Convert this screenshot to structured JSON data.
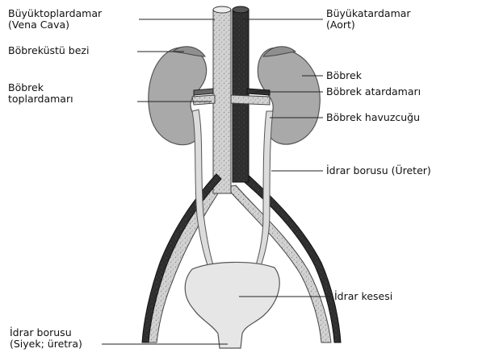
{
  "labels": {
    "vena_cava": {
      "line1": "Büyüktoplardamar",
      "line2": "(Vena Cava)"
    },
    "adrenal": "Böbreküstü bezi",
    "renal_vein": {
      "line1": "Böbrek",
      "line2": "toplardamarı"
    },
    "urethra": {
      "line1": "İdrar borusu",
      "line2": "(Siyek; üretra)"
    },
    "aorta": {
      "line1": "Büyükatardamar",
      "line2": "(Aort)"
    },
    "kidney": "Böbrek",
    "renal_artery": "Böbrek atardamarı",
    "renal_pelvis": "Böbrek havuzcuğu",
    "ureter": "İdrar borusu (Üreter)",
    "bladder": "İdrar kesesi"
  },
  "colors": {
    "kidney_fill": "#a9a9a9",
    "kidney_outline": "#555555",
    "vein_fill": "#c9c9c9",
    "artery_fill": "#2b2b2b",
    "ureter_fill": "#dcdcdc",
    "bladder_fill": "#e6e6e6"
  }
}
